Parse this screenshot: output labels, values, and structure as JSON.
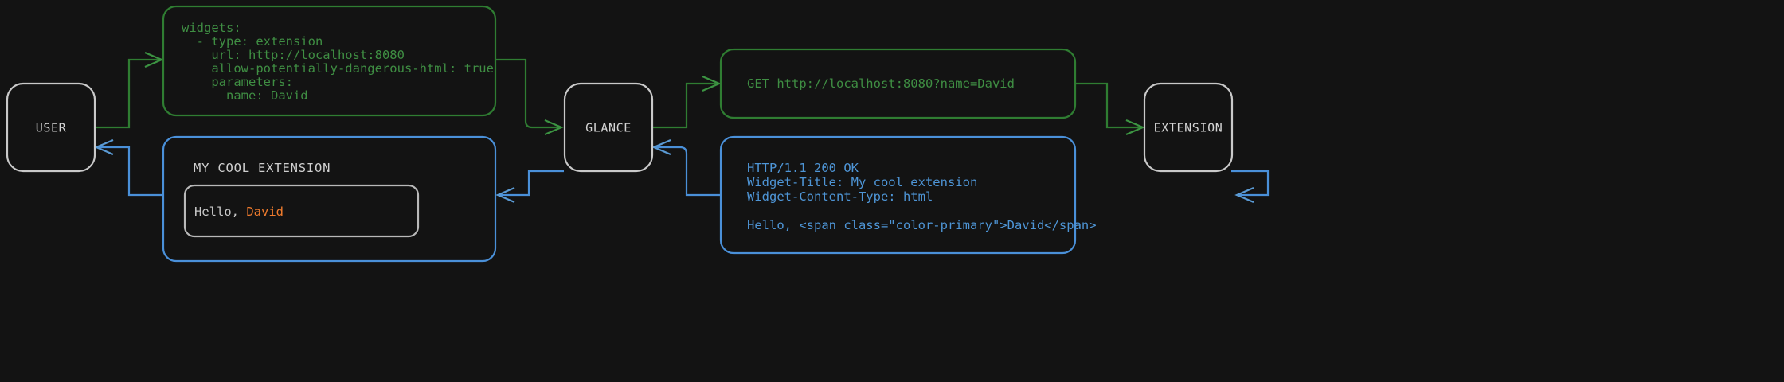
{
  "diagram": {
    "title": "Glance extension widget request flow",
    "background_color": "#131313",
    "colors": {
      "green": "#2f7d32",
      "green_text": "#3f8e43",
      "blue": "#4a90d9",
      "blue_text": "#4e95d6",
      "node_border": "#c9c9c9",
      "node_text": "#d4d4d4",
      "accent_orange": "#ef7b2d",
      "body_text": "#c9c9c9"
    }
  },
  "nodes": {
    "user": {
      "label": "USER"
    },
    "glance": {
      "label": "GLANCE"
    },
    "extension": {
      "label": "EXTENSION"
    }
  },
  "panels": {
    "config": {
      "kind": "yaml-config",
      "color": "green",
      "lines": [
        "widgets:",
        "  - type: extension",
        "    url: http://localhost:8080",
        "    allow-potentially-dangerous-html: true",
        "    parameters:",
        "      name: David"
      ]
    },
    "request": {
      "kind": "http-request",
      "color": "green",
      "lines": [
        "GET http://localhost:8080?name=David"
      ]
    },
    "response": {
      "kind": "http-response",
      "color": "blue",
      "lines": [
        "HTTP/1.1 200 OK",
        "Widget-Title: My cool extension",
        "Widget-Content-Type: html",
        "",
        "Hello, <span class=\"color-primary\">David</span>"
      ]
    },
    "rendered_widget": {
      "kind": "rendered-widget",
      "color": "blue",
      "widget_title": "MY COOL EXTENSION",
      "body_prefix": "Hello, ",
      "body_accent": "David"
    }
  },
  "edges": [
    {
      "name": "user-to-config",
      "color": "green",
      "from": "user",
      "to": "config"
    },
    {
      "name": "config-to-glance",
      "color": "green",
      "from": "config",
      "to": "glance"
    },
    {
      "name": "glance-to-request",
      "color": "green",
      "from": "glance",
      "to": "request"
    },
    {
      "name": "request-to-extension",
      "color": "green",
      "from": "request",
      "to": "extension"
    },
    {
      "name": "extension-to-response",
      "color": "blue",
      "from": "extension",
      "to": "response"
    },
    {
      "name": "response-to-glance",
      "color": "blue",
      "from": "response",
      "to": "glance"
    },
    {
      "name": "glance-to-widget",
      "color": "blue",
      "from": "glance",
      "to": "rendered_widget"
    },
    {
      "name": "widget-to-user",
      "color": "blue",
      "from": "rendered_widget",
      "to": "user"
    }
  ]
}
